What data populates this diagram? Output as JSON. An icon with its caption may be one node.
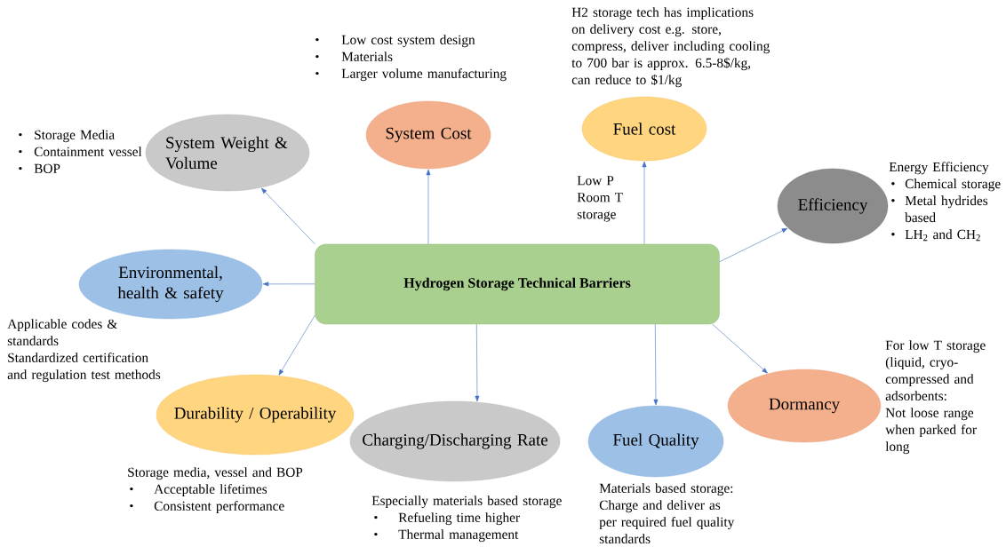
{
  "diagram": {
    "nodes": [
      {
        "text": [
          "Hydrogen Storage Technical Barriers"
        ]
      },
      {
        "text": [
          "System Weight & Volume"
        ],
        "beside": [
          "Storage Media",
          "Containment vessel",
          "BOP"
        ]
      },
      {
        "text": [
          "System Cost"
        ],
        "beside": [
          "Low cost system design",
          "Materials",
          "Larger volume manufacturing"
        ]
      },
      {
        "text": [
          "Fuel cost"
        ],
        "beside": [
          "H2 storage tech has implications on delivery cost e.g. store, compress, deliver including cooling to 700 bar is approx. 6.5-8$/kg, can reduce to $1/kg"
        ]
      },
      {
        "text": [
          "Efficiency"
        ],
        "beside": [
          "Energy Efficiency",
          "Chemical storage",
          "Metal hydrides based",
          "LH$_{2}$ and CH$_{2}$"
        ]
      },
      {
        "text": [
          "Environmental, health & safety"
        ],
        "beside": [
          "Applicable codes & standards",
          "Standardized certification and regulation test methods"
        ]
      },
      {
        "text": [
          "Durability / Operability"
        ],
        "beside": [
          "Storage media, vessel and BOP",
          "Acceptable lifetimes",
          "Consistent performance"
        ]
      },
      {
        "text": [
          "Charging/Discharging Rate"
        ],
        "beside": [
          "Especially materials based storage",
          "Refueling time higher",
          "Thermal management"
        ]
      },
      {
        "text": [
          "Fuel Quality"
        ],
        "beside": [
          "Materials based storage:",
          "Charge and deliver as per required fuel quality standards"
        ]
      },
      {
        "text": [
          "Dormancy"
        ],
        "beside": [
          "For low T storage (liquid, cryo-compressed and adsorbents:",
          "Not loose range when parked for long"
        ]
      }
    ],
    "edges": [
      {
        "from": 0,
        "to": 1,
        "arrow": "to"
      },
      {
        "from": 0,
        "to": 2,
        "arrow": "to"
      },
      {
        "from": 0,
        "to": 3,
        "arrow": "to",
        "label": "Low P Room T storage"
      },
      {
        "from": 0,
        "to": 4,
        "arrow": "to"
      },
      {
        "from": 0,
        "to": 5,
        "arrow": "to"
      },
      {
        "from": 0,
        "to": 6,
        "arrow": "to"
      },
      {
        "from": 0,
        "to": 7,
        "arrow": "to"
      },
      {
        "from": 0,
        "to": 8,
        "arrow": "to"
      },
      {
        "from": 0,
        "to": 9,
        "arrow": "to"
      }
    ]
  }
}
